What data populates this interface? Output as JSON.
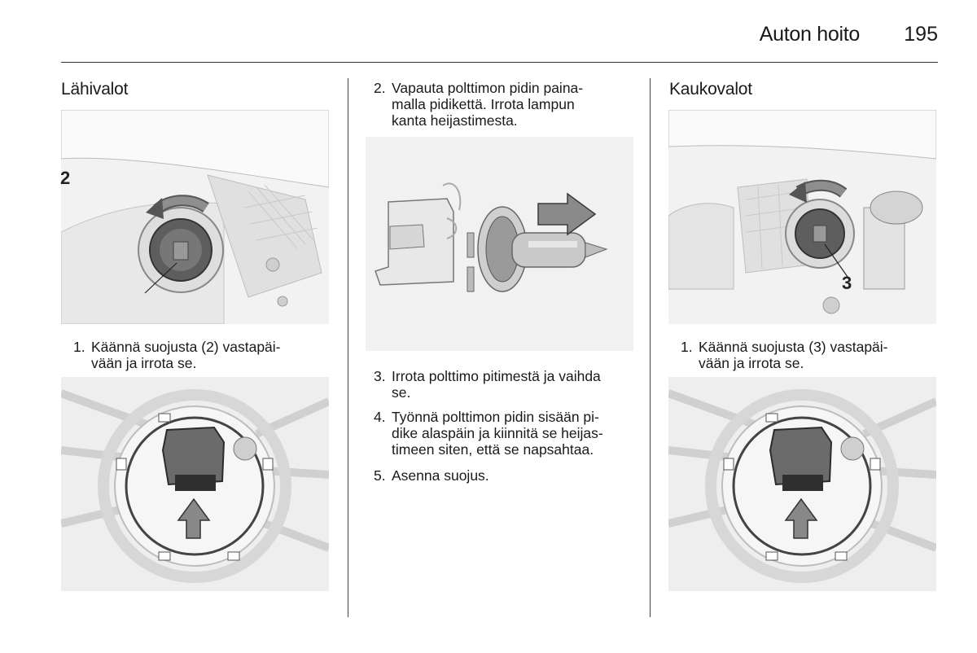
{
  "header": {
    "title": "Auton hoito",
    "page_number": "195"
  },
  "left": {
    "section_title": "Lähivalot",
    "figure1_callout": "2",
    "step1": {
      "number": "1.",
      "text": "Käännä suojusta (2) vastapäi-\nvään ja irrota se."
    }
  },
  "middle": {
    "step2": {
      "number": "2.",
      "text": "Vapauta polttimon pidin paina-\nmalla pidikettä. Irrota lampun\nkanta heijastimesta."
    },
    "step3": {
      "number": "3.",
      "text": "Irrota polttimo pitimestä ja vaihda\nse."
    },
    "step4": {
      "number": "4.",
      "text": "Työnnä polttimon pidin sisään pi-\ndike alaspäin ja kiinnitä se heijas-\ntimeen siten, että se napsahtaa."
    },
    "step5": {
      "number": "5.",
      "text": "Asenna suojus."
    }
  },
  "right": {
    "section_title": "Kaukovalot",
    "figure1_callout": "3",
    "step1": {
      "number": "1.",
      "text": "Käännä suojusta (3) vastapäi-\nvään ja irrota se."
    }
  }
}
